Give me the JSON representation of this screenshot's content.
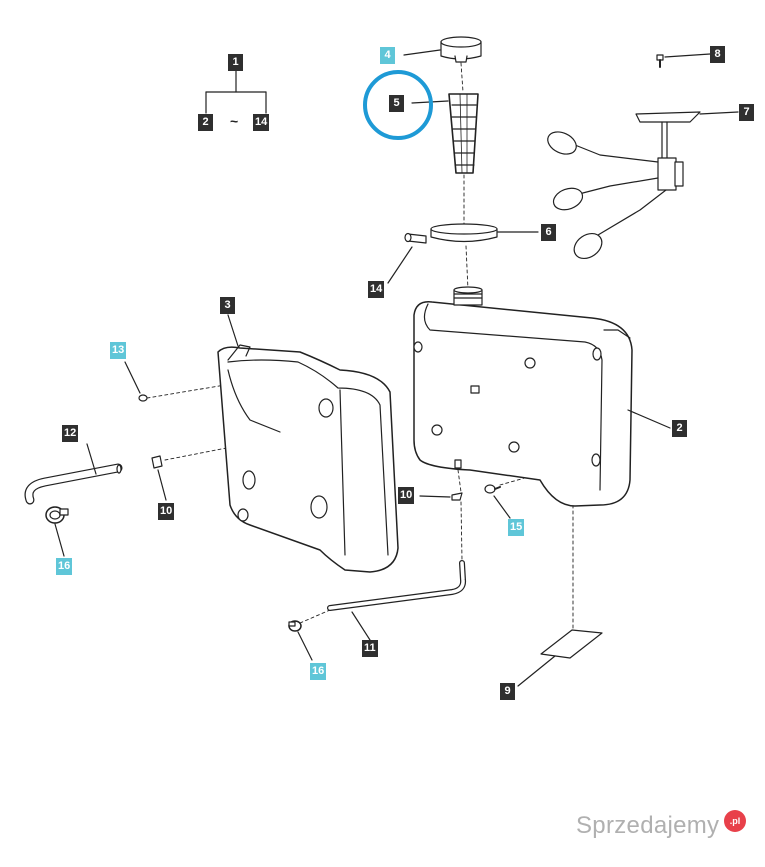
{
  "callouts": {
    "c1": "1",
    "c2_top": "2",
    "c14_top": "14",
    "tilde": "~",
    "c4": "4",
    "c5": "5",
    "c8": "8",
    "c7": "7",
    "c6": "6",
    "c14": "14",
    "c3": "3",
    "c13": "13",
    "c12": "12",
    "c10_left": "10",
    "c16_left": "16",
    "c2": "2",
    "c10_right": "10",
    "c15": "15",
    "c11": "11",
    "c16_bottom": "16",
    "c9": "9"
  },
  "watermark": {
    "text": "Sprzedajemy",
    "badge": ".pl"
  },
  "colors": {
    "callout_dark": "#2f2f2f",
    "callout_highlight": "#5fc6d8",
    "highlight_circle": "#1e9ad6",
    "line_art": "#222222"
  }
}
